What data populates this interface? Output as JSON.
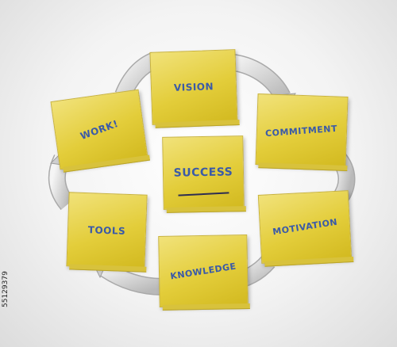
{
  "diagram": {
    "center": {
      "label": "SUCCESS"
    },
    "notes": [
      {
        "id": "vision",
        "label": "VISION"
      },
      {
        "id": "commitment",
        "label": "COMMITMENT"
      },
      {
        "id": "motivation",
        "label": "MOTIVATION"
      },
      {
        "id": "knowledge",
        "label": "KNOWLEDGE"
      },
      {
        "id": "tools",
        "label": "TOOLS"
      },
      {
        "id": "work",
        "label": "WORK!"
      }
    ]
  },
  "watermark": {
    "stock_id": "55129379"
  },
  "colors": {
    "note": "#e3cd3a",
    "text": "#3a5aa8",
    "arrow": "#c8c8c8"
  }
}
